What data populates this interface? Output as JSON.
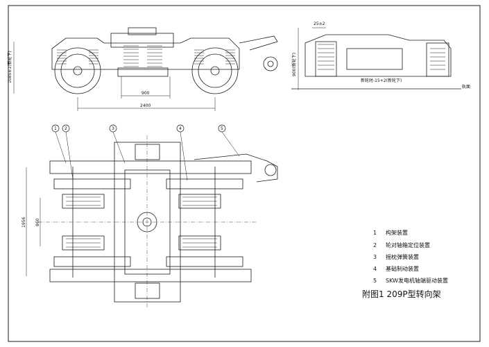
{
  "colors": {
    "line": "#1a1a1a",
    "background": "#ffffff"
  },
  "side_view": {
    "dim_wheel_height": "1085±1(新轮下)",
    "dim_axle_spacing_inner": "900",
    "dim_wheelbase": "2400"
  },
  "end_view": {
    "dim_offset": "25±2",
    "dim_height": "900(新轮下)",
    "dim_note": "新轮时-15+2(新轮下)",
    "rail_label": "轨面"
  },
  "plan_view": {
    "dim_gauge": "1956",
    "dim_inner": "860",
    "callouts": [
      "1",
      "2",
      "3",
      "4",
      "5"
    ]
  },
  "legend": [
    {
      "num": "1",
      "text": "构架装置"
    },
    {
      "num": "2",
      "text": "轮对轴箱定位装置"
    },
    {
      "num": "3",
      "text": "摇枕弹簧装置"
    },
    {
      "num": "4",
      "text": "基础制动装置"
    },
    {
      "num": "5",
      "text": "SKW发电机轴端驱动装置"
    }
  ],
  "caption": "附图1 209P型转向架"
}
